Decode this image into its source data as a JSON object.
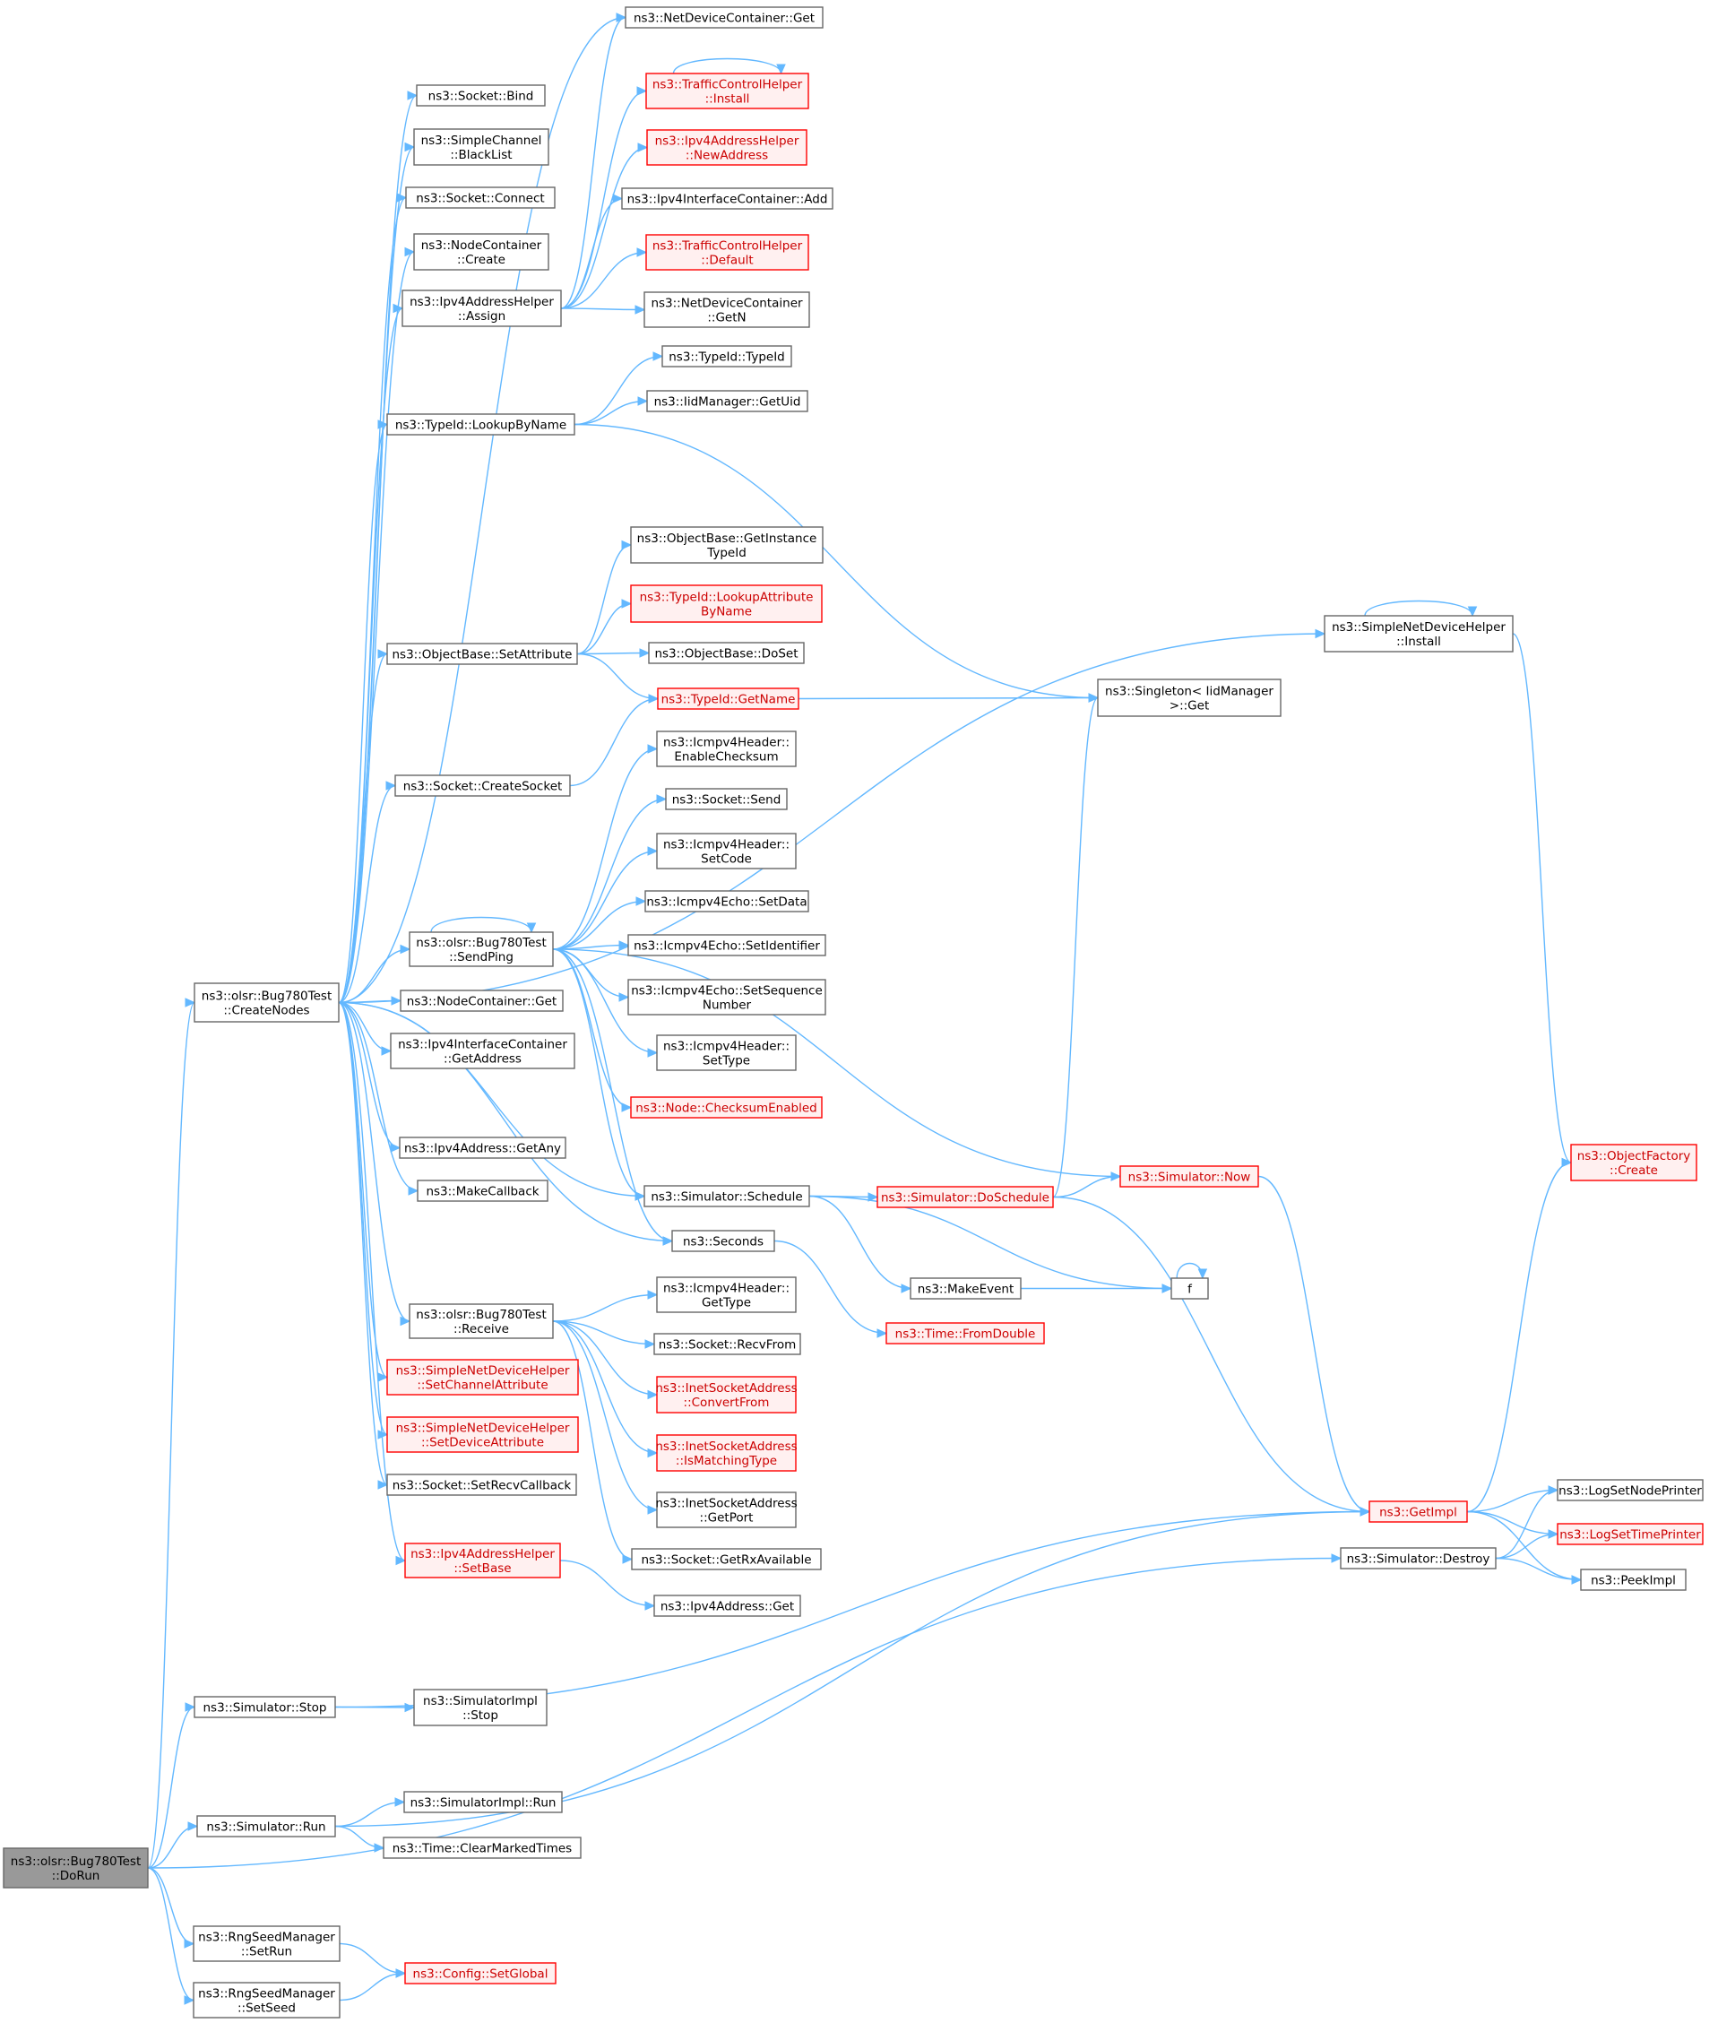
{
  "graph": {
    "root": "DoRun",
    "nodes": [
      {
        "id": "DoRun",
        "lines": [
          "ns3::olsr::Bug780Test",
          "::DoRun"
        ],
        "style": "root"
      },
      {
        "id": "CreateNodes",
        "lines": [
          "ns3::olsr::Bug780Test",
          "::CreateNodes"
        ],
        "style": "normal"
      },
      {
        "id": "SimStop",
        "lines": [
          "ns3::Simulator::Stop"
        ],
        "style": "normal"
      },
      {
        "id": "SimImplStop",
        "lines": [
          "ns3::SimulatorImpl",
          "::Stop"
        ],
        "style": "normal"
      },
      {
        "id": "SimRun",
        "lines": [
          "ns3::Simulator::Run"
        ],
        "style": "normal"
      },
      {
        "id": "SimImplRun",
        "lines": [
          "ns3::SimulatorImpl::Run"
        ],
        "style": "normal"
      },
      {
        "id": "ClearMarked",
        "lines": [
          "ns3::Time::ClearMarkedTimes"
        ],
        "style": "normal"
      },
      {
        "id": "SetRun",
        "lines": [
          "ns3::RngSeedManager",
          "::SetRun"
        ],
        "style": "normal"
      },
      {
        "id": "SetSeed",
        "lines": [
          "ns3::RngSeedManager",
          "::SetSeed"
        ],
        "style": "normal"
      },
      {
        "id": "SetGlobal",
        "lines": [
          "ns3::Config::SetGlobal"
        ],
        "style": "red"
      },
      {
        "id": "NDCGet",
        "lines": [
          "ns3::NetDeviceContainer::Get"
        ],
        "style": "normal"
      },
      {
        "id": "SockBind",
        "lines": [
          "ns3::Socket::Bind"
        ],
        "style": "normal"
      },
      {
        "id": "BlackList",
        "lines": [
          "ns3::SimpleChannel",
          "::BlackList"
        ],
        "style": "normal"
      },
      {
        "id": "SockConnect",
        "lines": [
          "ns3::Socket::Connect"
        ],
        "style": "normal"
      },
      {
        "id": "NCCreate",
        "lines": [
          "ns3::NodeContainer",
          "::Create"
        ],
        "style": "normal"
      },
      {
        "id": "Assign",
        "lines": [
          "ns3::Ipv4AddressHelper",
          "::Assign"
        ],
        "style": "normal"
      },
      {
        "id": "LookupByName",
        "lines": [
          "ns3::TypeId::LookupByName"
        ],
        "style": "normal"
      },
      {
        "id": "SetAttribute",
        "lines": [
          "ns3::ObjectBase::SetAttribute"
        ],
        "style": "normal"
      },
      {
        "id": "CreateSocket",
        "lines": [
          "ns3::Socket::CreateSocket"
        ],
        "style": "normal"
      },
      {
        "id": "SendPing",
        "lines": [
          "ns3::olsr::Bug780Test",
          "::SendPing"
        ],
        "style": "normal"
      },
      {
        "id": "NCGet",
        "lines": [
          "ns3::NodeContainer::Get"
        ],
        "style": "normal"
      },
      {
        "id": "IICGetAddr",
        "lines": [
          "ns3::Ipv4InterfaceContainer",
          "::GetAddress"
        ],
        "style": "normal"
      },
      {
        "id": "GetAny",
        "lines": [
          "ns3::Ipv4Address::GetAny"
        ],
        "style": "normal"
      },
      {
        "id": "MakeCallback",
        "lines": [
          "ns3::MakeCallback"
        ],
        "style": "normal"
      },
      {
        "id": "Receive",
        "lines": [
          "ns3::olsr::Bug780Test",
          "::Receive"
        ],
        "style": "normal"
      },
      {
        "id": "SetChanAttr",
        "lines": [
          "ns3::SimpleNetDeviceHelper",
          "::SetChannelAttribute"
        ],
        "style": "red"
      },
      {
        "id": "SetDevAttr",
        "lines": [
          "ns3::SimpleNetDeviceHelper",
          "::SetDeviceAttribute"
        ],
        "style": "red"
      },
      {
        "id": "SetRecvCb",
        "lines": [
          "ns3::Socket::SetRecvCallback"
        ],
        "style": "normal"
      },
      {
        "id": "SetBase",
        "lines": [
          "ns3::Ipv4AddressHelper",
          "::SetBase"
        ],
        "style": "red"
      },
      {
        "id": "TCHInstall",
        "lines": [
          "ns3::TrafficControlHelper",
          "::Install"
        ],
        "style": "red"
      },
      {
        "id": "NewAddress",
        "lines": [
          "ns3::Ipv4AddressHelper",
          "::NewAddress"
        ],
        "style": "red"
      },
      {
        "id": "IICAdd",
        "lines": [
          "ns3::Ipv4InterfaceContainer::Add"
        ],
        "style": "normal"
      },
      {
        "id": "TCHDefault",
        "lines": [
          "ns3::TrafficControlHelper",
          "::Default"
        ],
        "style": "red"
      },
      {
        "id": "NDCGetN",
        "lines": [
          "ns3::NetDeviceContainer",
          "::GetN"
        ],
        "style": "normal"
      },
      {
        "id": "TypeIdTypeId",
        "lines": [
          "ns3::TypeId::TypeId"
        ],
        "style": "normal"
      },
      {
        "id": "GetUid",
        "lines": [
          "ns3::IidManager::GetUid"
        ],
        "style": "normal"
      },
      {
        "id": "GetInstTypeId",
        "lines": [
          "ns3::ObjectBase::GetInstance",
          "TypeId"
        ],
        "style": "normal"
      },
      {
        "id": "LookupAttr",
        "lines": [
          "ns3::TypeId::LookupAttribute",
          "ByName"
        ],
        "style": "red"
      },
      {
        "id": "DoSet",
        "lines": [
          "ns3::ObjectBase::DoSet"
        ],
        "style": "normal"
      },
      {
        "id": "TypeIdGetName",
        "lines": [
          "ns3::TypeId::GetName"
        ],
        "style": "red"
      },
      {
        "id": "EnableChecksum",
        "lines": [
          "ns3::Icmpv4Header::",
          "EnableChecksum"
        ],
        "style": "normal"
      },
      {
        "id": "SockSend",
        "lines": [
          "ns3::Socket::Send"
        ],
        "style": "normal"
      },
      {
        "id": "SetCode",
        "lines": [
          "ns3::Icmpv4Header::",
          "SetCode"
        ],
        "style": "normal"
      },
      {
        "id": "SetData",
        "lines": [
          "ns3::Icmpv4Echo::SetData"
        ],
        "style": "normal"
      },
      {
        "id": "SetIdentifier",
        "lines": [
          "ns3::Icmpv4Echo::SetIdentifier"
        ],
        "style": "normal"
      },
      {
        "id": "SetSeqNum",
        "lines": [
          "ns3::Icmpv4Echo::SetSequence",
          "Number"
        ],
        "style": "normal"
      },
      {
        "id": "SetType",
        "lines": [
          "ns3::Icmpv4Header::",
          "SetType"
        ],
        "style": "normal"
      },
      {
        "id": "ChecksumEnabled",
        "lines": [
          "ns3::Node::ChecksumEnabled"
        ],
        "style": "red"
      },
      {
        "id": "Schedule",
        "lines": [
          "ns3::Simulator::Schedule"
        ],
        "style": "normal"
      },
      {
        "id": "Seconds",
        "lines": [
          "ns3::Seconds"
        ],
        "style": "normal"
      },
      {
        "id": "IcmpGetType",
        "lines": [
          "ns3::Icmpv4Header::",
          "GetType"
        ],
        "style": "normal"
      },
      {
        "id": "RecvFrom",
        "lines": [
          "ns3::Socket::RecvFrom"
        ],
        "style": "normal"
      },
      {
        "id": "ConvertFrom",
        "lines": [
          "ns3::InetSocketAddress",
          "::ConvertFrom"
        ],
        "style": "red"
      },
      {
        "id": "IsMatchingType",
        "lines": [
          "ns3::InetSocketAddress",
          "::IsMatchingType"
        ],
        "style": "red"
      },
      {
        "id": "GetPort",
        "lines": [
          "ns3::InetSocketAddress",
          "::GetPort"
        ],
        "style": "normal"
      },
      {
        "id": "GetRxAvail",
        "lines": [
          "ns3::Socket::GetRxAvailable"
        ],
        "style": "normal"
      },
      {
        "id": "Ipv4AddrGet",
        "lines": [
          "ns3::Ipv4Address::Get"
        ],
        "style": "normal"
      },
      {
        "id": "SimNow",
        "lines": [
          "ns3::Simulator::Now"
        ],
        "style": "red"
      },
      {
        "id": "DoSchedule",
        "lines": [
          "ns3::Simulator::DoSchedule"
        ],
        "style": "red"
      },
      {
        "id": "MakeEvent",
        "lines": [
          "ns3::MakeEvent"
        ],
        "style": "normal"
      },
      {
        "id": "FromDouble",
        "lines": [
          "ns3::Time::FromDouble"
        ],
        "style": "red"
      },
      {
        "id": "f",
        "lines": [
          "f"
        ],
        "style": "normal"
      },
      {
        "id": "SingletonGet",
        "lines": [
          "ns3::Singleton< IidManager",
          ">::Get"
        ],
        "style": "normal"
      },
      {
        "id": "SNDHInstall",
        "lines": [
          "ns3::SimpleNetDeviceHelper",
          "::Install"
        ],
        "style": "normal"
      },
      {
        "id": "OFCreate",
        "lines": [
          "ns3::ObjectFactory",
          "::Create"
        ],
        "style": "red"
      },
      {
        "id": "GetImpl",
        "lines": [
          "ns3::GetImpl"
        ],
        "style": "red"
      },
      {
        "id": "SimDestroy",
        "lines": [
          "ns3::Simulator::Destroy"
        ],
        "style": "normal"
      },
      {
        "id": "LogSetNodePrinter",
        "lines": [
          "ns3::LogSetNodePrinter"
        ],
        "style": "normal"
      },
      {
        "id": "LogSetTimePrinter",
        "lines": [
          "ns3::LogSetTimePrinter"
        ],
        "style": "red"
      },
      {
        "id": "PeekImpl",
        "lines": [
          "ns3::PeekImpl"
        ],
        "style": "normal"
      }
    ],
    "edges": [
      [
        "DoRun",
        "CreateNodes"
      ],
      [
        "DoRun",
        "SimStop"
      ],
      [
        "DoRun",
        "SimRun"
      ],
      [
        "DoRun",
        "SimDestroy"
      ],
      [
        "DoRun",
        "SetRun"
      ],
      [
        "DoRun",
        "SetSeed"
      ],
      [
        "SimStop",
        "SimImplStop"
      ],
      [
        "SimStop",
        "GetImpl"
      ],
      [
        "SimRun",
        "SimImplRun"
      ],
      [
        "SimRun",
        "ClearMarked"
      ],
      [
        "SimRun",
        "GetImpl"
      ],
      [
        "SetRun",
        "SetGlobal"
      ],
      [
        "SetSeed",
        "SetGlobal"
      ],
      [
        "CreateNodes",
        "NDCGet"
      ],
      [
        "CreateNodes",
        "SockBind"
      ],
      [
        "CreateNodes",
        "BlackList"
      ],
      [
        "CreateNodes",
        "SockConnect"
      ],
      [
        "CreateNodes",
        "NCCreate"
      ],
      [
        "CreateNodes",
        "Assign"
      ],
      [
        "CreateNodes",
        "LookupByName"
      ],
      [
        "CreateNodes",
        "SNDHInstall"
      ],
      [
        "CreateNodes",
        "SetAttribute"
      ],
      [
        "CreateNodes",
        "CreateSocket"
      ],
      [
        "CreateNodes",
        "SendPing"
      ],
      [
        "CreateNodes",
        "NCGet"
      ],
      [
        "CreateNodes",
        "IICGetAddr"
      ],
      [
        "CreateNodes",
        "Schedule"
      ],
      [
        "CreateNodes",
        "GetAny"
      ],
      [
        "CreateNodes",
        "MakeCallback"
      ],
      [
        "CreateNodes",
        "Seconds"
      ],
      [
        "CreateNodes",
        "Receive"
      ],
      [
        "CreateNodes",
        "SetChanAttr"
      ],
      [
        "CreateNodes",
        "SetDevAttr"
      ],
      [
        "CreateNodes",
        "SetRecvCb"
      ],
      [
        "CreateNodes",
        "SetBase"
      ],
      [
        "Assign",
        "NDCGet"
      ],
      [
        "Assign",
        "TCHInstall"
      ],
      [
        "Assign",
        "NewAddress"
      ],
      [
        "Assign",
        "IICAdd"
      ],
      [
        "Assign",
        "TCHDefault"
      ],
      [
        "Assign",
        "NDCGetN"
      ],
      [
        "TCHInstall",
        "TCHInstall"
      ],
      [
        "LookupByName",
        "TypeIdTypeId"
      ],
      [
        "LookupByName",
        "GetUid"
      ],
      [
        "LookupByName",
        "SingletonGet"
      ],
      [
        "SetAttribute",
        "GetInstTypeId"
      ],
      [
        "SetAttribute",
        "LookupAttr"
      ],
      [
        "SetAttribute",
        "DoSet"
      ],
      [
        "SetAttribute",
        "TypeIdGetName"
      ],
      [
        "CreateSocket",
        "TypeIdGetName"
      ],
      [
        "TypeIdGetName",
        "SingletonGet"
      ],
      [
        "SendPing",
        "EnableChecksum"
      ],
      [
        "SendPing",
        "SockSend"
      ],
      [
        "SendPing",
        "SetCode"
      ],
      [
        "SendPing",
        "SetData"
      ],
      [
        "SendPing",
        "SetIdentifier"
      ],
      [
        "SendPing",
        "SetSeqNum"
      ],
      [
        "SendPing",
        "SetType"
      ],
      [
        "SendPing",
        "ChecksumEnabled"
      ],
      [
        "SendPing",
        "SimNow"
      ],
      [
        "SendPing",
        "Schedule"
      ],
      [
        "SendPing",
        "Seconds"
      ],
      [
        "SendPing",
        "SendPing"
      ],
      [
        "Receive",
        "IcmpGetType"
      ],
      [
        "Receive",
        "RecvFrom"
      ],
      [
        "Receive",
        "ConvertFrom"
      ],
      [
        "Receive",
        "IsMatchingType"
      ],
      [
        "Receive",
        "GetPort"
      ],
      [
        "Receive",
        "GetRxAvail"
      ],
      [
        "SetBase",
        "Ipv4AddrGet"
      ],
      [
        "Schedule",
        "DoSchedule"
      ],
      [
        "Schedule",
        "MakeEvent"
      ],
      [
        "Schedule",
        "f"
      ],
      [
        "DoSchedule",
        "SingletonGet"
      ],
      [
        "DoSchedule",
        "SimNow"
      ],
      [
        "DoSchedule",
        "GetImpl"
      ],
      [
        "SimNow",
        "GetImpl"
      ],
      [
        "Seconds",
        "FromDouble"
      ],
      [
        "MakeEvent",
        "f"
      ],
      [
        "f",
        "f"
      ],
      [
        "SNDHInstall",
        "SNDHInstall"
      ],
      [
        "SNDHInstall",
        "OFCreate"
      ],
      [
        "GetImpl",
        "OFCreate"
      ],
      [
        "GetImpl",
        "LogSetNodePrinter"
      ],
      [
        "GetImpl",
        "LogSetTimePrinter"
      ],
      [
        "GetImpl",
        "PeekImpl"
      ],
      [
        "SimDestroy",
        "LogSetNodePrinter"
      ],
      [
        "SimDestroy",
        "LogSetTimePrinter"
      ],
      [
        "SimDestroy",
        "PeekImpl"
      ]
    ]
  }
}
